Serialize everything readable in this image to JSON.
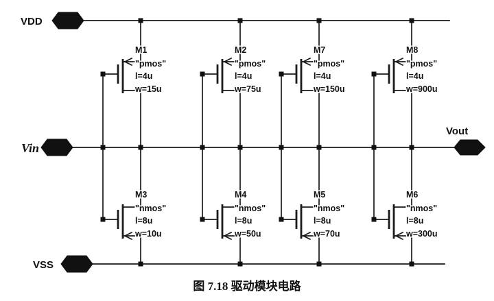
{
  "figure": {
    "caption": "图 7.18  驱动模块电路"
  },
  "ports": {
    "vdd": "VDD",
    "vin": "Vin",
    "vout": "Vout",
    "vss": "VSS"
  },
  "pmos": [
    {
      "ref": "M1",
      "model": "\"pmos\"",
      "l": "l=4u",
      "w": "w=15u"
    },
    {
      "ref": "M2",
      "model": "\"pmos\"",
      "l": "l=4u",
      "w": "w=75u"
    },
    {
      "ref": "M7",
      "model": "\"pmos\"",
      "l": "l=4u",
      "w": "w=150u"
    },
    {
      "ref": "M8",
      "model": "\"pmos\"",
      "l": "l=4u",
      "w": "w=900u"
    }
  ],
  "nmos": [
    {
      "ref": "M3",
      "model": "\"nmos\"",
      "l": "l=8u",
      "w": "w=10u"
    },
    {
      "ref": "M4",
      "model": "\"nmos\"",
      "l": "l=8u",
      "w": "w=50u"
    },
    {
      "ref": "M5",
      "model": "\"nmos\"",
      "l": "l=8u",
      "w": "w=70u"
    },
    {
      "ref": "M6",
      "model": "\"nmos\"",
      "l": "l=8u",
      "w": "w=300u"
    }
  ]
}
